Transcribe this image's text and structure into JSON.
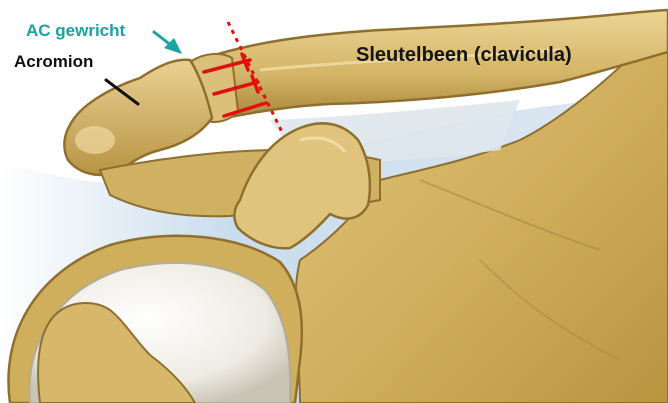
{
  "labels": {
    "ac_joint": "AC gewricht",
    "acromion": "Acromion",
    "clavicle": "Sleutelbeen (clavicula)"
  },
  "colors": {
    "ac_joint_label": "#1aa3a3",
    "acromion_label": "#111111",
    "clavicle_label": "#151515",
    "bone": "#d9b96a",
    "bone_shadow": "#8f6f2e",
    "cartilage": "#f2efe6",
    "background_blue": "#bcd4e8",
    "marker_red": "#e01010"
  },
  "icons": {
    "ac_joint_pointer": "teal-arrow-icon",
    "acromion_pointer": "black-leader-line",
    "joint_markers": "red-cut-lines"
  }
}
